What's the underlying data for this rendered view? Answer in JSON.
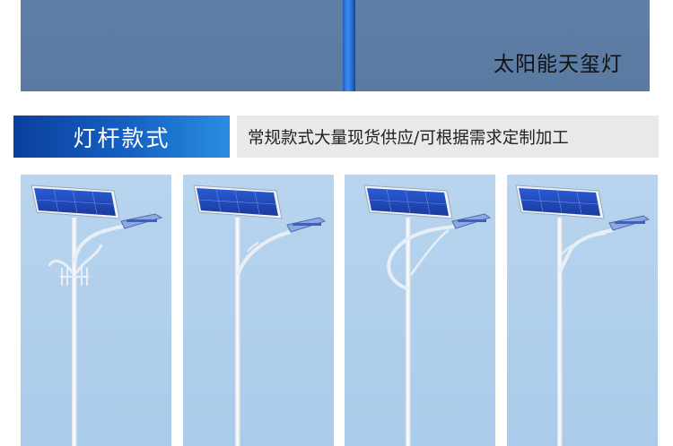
{
  "hero": {
    "title": "太阳能天玺灯"
  },
  "section": {
    "heading": "灯杆款式",
    "description": "常规款式大量现货供应/可根据需求定制加工"
  },
  "cards": [
    {
      "icon": "solar-street-light-double-arm-icon"
    },
    {
      "icon": "solar-street-light-straight-arm-icon"
    },
    {
      "icon": "solar-street-light-curved-arm-icon"
    },
    {
      "icon": "solar-street-light-angled-arm-icon"
    }
  ],
  "colors": {
    "accent_blue": "#1562c4",
    "card_bg": "#b8d4ee",
    "hero_bg": "#5e7fa6"
  }
}
